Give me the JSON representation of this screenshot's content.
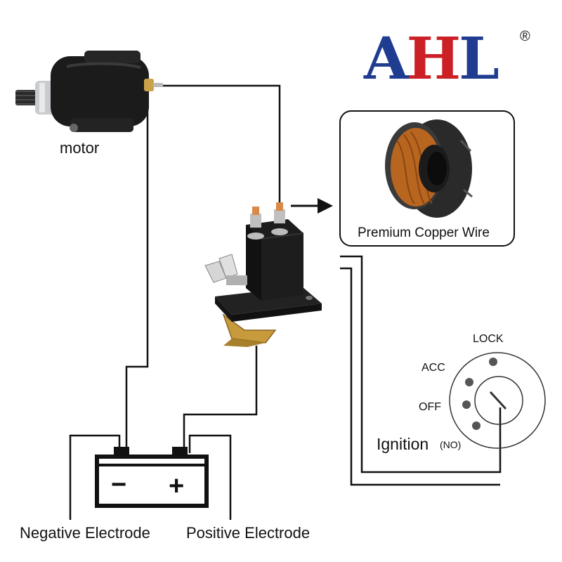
{
  "brand": {
    "name": "AHL",
    "registered_mark": "®",
    "colors": {
      "A": "#1f3c91",
      "H": "#cc2027",
      "L": "#1f3c91"
    }
  },
  "labels": {
    "motor": "motor",
    "callout": "Premium Copper Wire",
    "negative": "Negative Electrode",
    "positive": "Positive Electrode",
    "ignition": "Ignition",
    "ignition_note": "(NO)"
  },
  "battery": {
    "minus": "−",
    "plus": "+"
  },
  "ignition_switch": {
    "positions": [
      "LOCK",
      "ACC",
      "OFF"
    ]
  },
  "colors": {
    "wire": "#111111",
    "component_body": "#1c1c1c",
    "copper": "#b8651f",
    "brass": "#c79a3c"
  },
  "icons": [
    "starter-motor-icon",
    "solenoid-relay-icon",
    "copper-wire-spool-icon",
    "battery-icon",
    "ignition-key-switch-icon",
    "arrow-right-icon"
  ]
}
